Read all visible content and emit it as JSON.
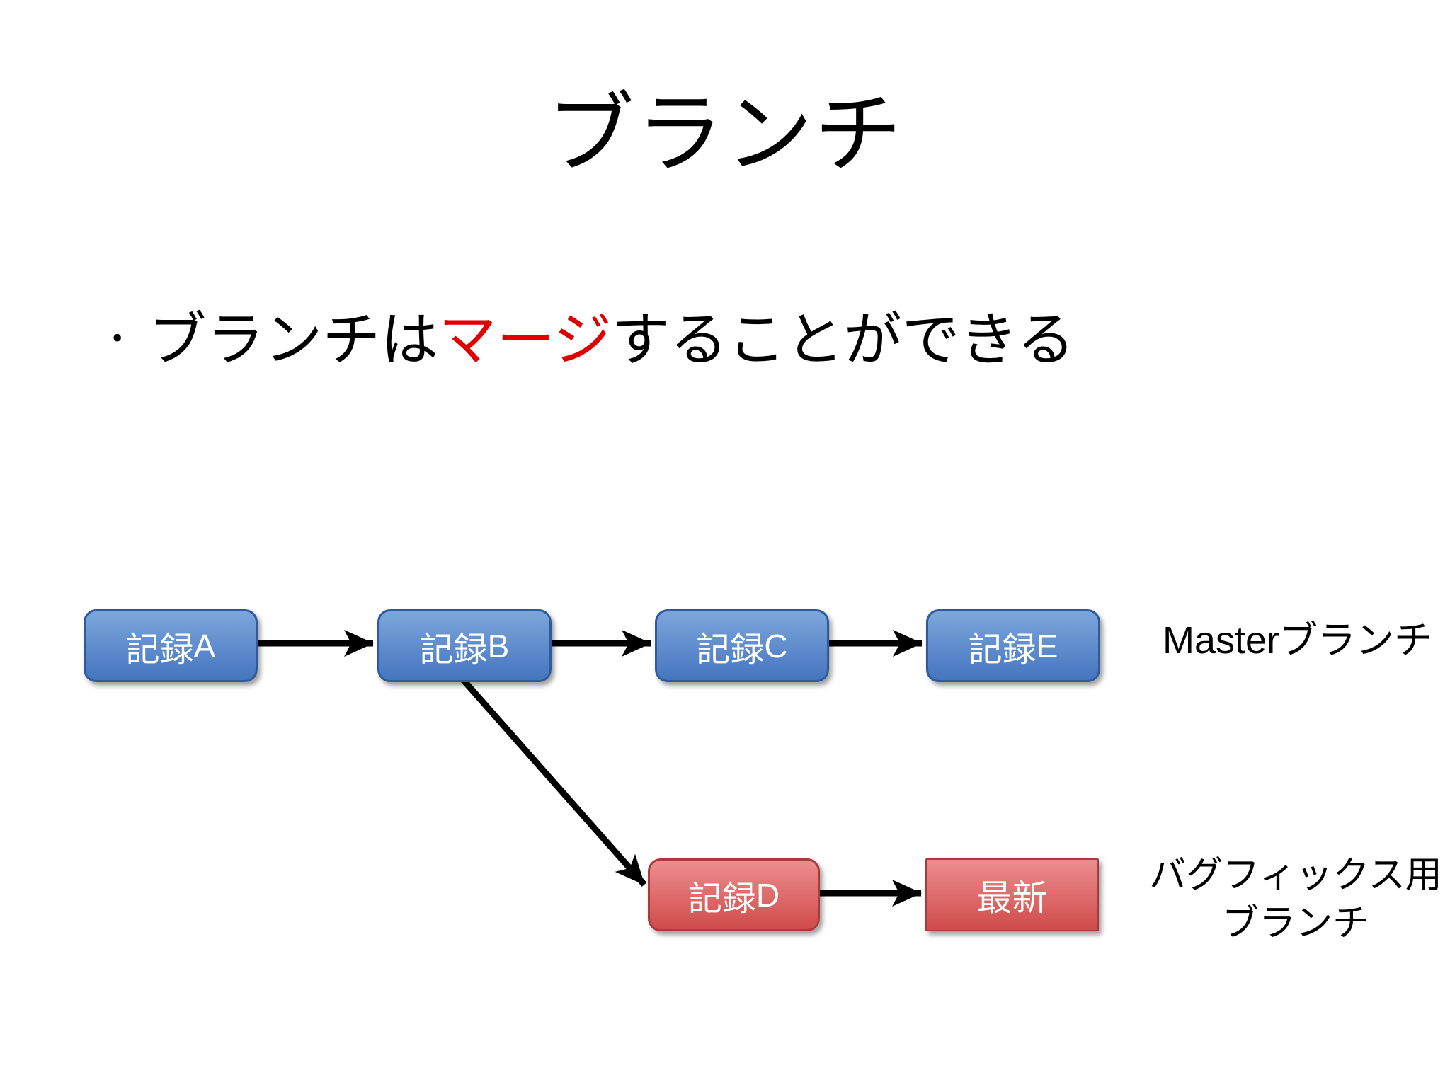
{
  "slide": {
    "title": "ブランチ",
    "bullet": {
      "marker": "•",
      "pre": "ブランチは",
      "highlight": "マージ",
      "post": "することができる"
    }
  },
  "diagram": {
    "nodes": [
      {
        "id": "A",
        "jp": "記録",
        "en": "A",
        "branch": "master"
      },
      {
        "id": "B",
        "jp": "記録",
        "en": "B",
        "branch": "master"
      },
      {
        "id": "C",
        "jp": "記録",
        "en": "C",
        "branch": "master"
      },
      {
        "id": "E",
        "jp": "記録",
        "en": "E",
        "branch": "master"
      },
      {
        "id": "D",
        "jp": "記録",
        "en": "D",
        "branch": "bugfix"
      },
      {
        "id": "latest",
        "jp": "最新",
        "en": "",
        "branch": "bugfix"
      }
    ],
    "edges": [
      {
        "from": "記録A",
        "to": "記録B"
      },
      {
        "from": "記録B",
        "to": "記録C"
      },
      {
        "from": "記録C",
        "to": "記録E"
      },
      {
        "from": "記録B",
        "to": "記録D"
      },
      {
        "from": "記録D",
        "to": "最新"
      }
    ],
    "master_label": {
      "latin": "Master",
      "jp": "ブランチ"
    },
    "bugfix_label": {
      "line1": "バグフィックス用",
      "line2": "ブランチ"
    }
  },
  "theme": {
    "bg": "#ffffff",
    "text": "#000000",
    "hl": "#e00000",
    "arrow": "#000000",
    "blue-top": "#7ca6dc",
    "blue-bottom": "#4575bf",
    "blue-border": "#2f5b9d",
    "red-top": "#ed8e8e",
    "red-bottom": "#d04b4b",
    "red-border": "#a83b3b"
  }
}
